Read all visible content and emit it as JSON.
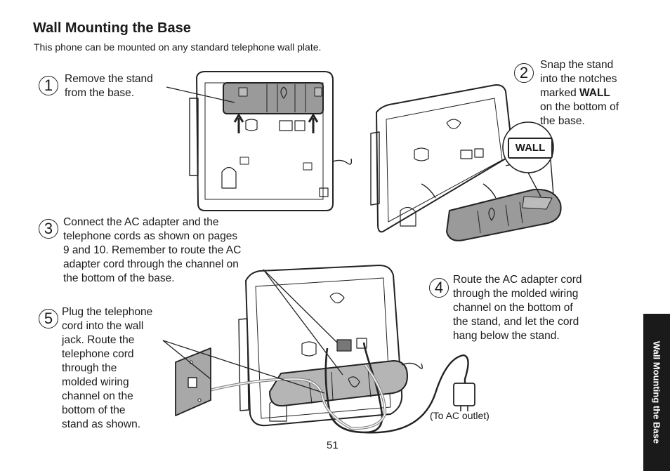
{
  "page": {
    "title": "Wall Mounting the Base",
    "subtitle": "This phone can be mounted on any standard telephone wall plate.",
    "page_number": "51",
    "side_tab": "Wall Mounting the Base"
  },
  "steps": [
    {
      "number": "1",
      "lines": [
        "Remove the stand",
        "from the base."
      ]
    },
    {
      "number": "2",
      "lines": [
        "Snap the stand",
        "into the notches",
        "marked ",
        "on the bottom of",
        "the base."
      ],
      "bold_word": "WALL"
    },
    {
      "number": "3",
      "lines": [
        "Connect the AC adapter and the",
        "telephone cords as shown on pages",
        "9 and 10. Remember to route the AC",
        "adapter cord through the channel on",
        "the bottom of the base."
      ]
    },
    {
      "number": "4",
      "lines": [
        "Route the AC adapter cord",
        "through the molded wiring",
        "channel on the bottom of",
        "the stand, and let the cord",
        "hang below the stand."
      ]
    },
    {
      "number": "5",
      "lines": [
        "Plug the telephone",
        "cord into the wall",
        "jack. Route the",
        "telephone cord",
        "through the",
        "molded wiring",
        "channel on the",
        "bottom of the",
        "stand as shown."
      ]
    }
  ],
  "callouts": {
    "wall_label": "WALL",
    "outlet_note": "(To AC outlet)"
  }
}
